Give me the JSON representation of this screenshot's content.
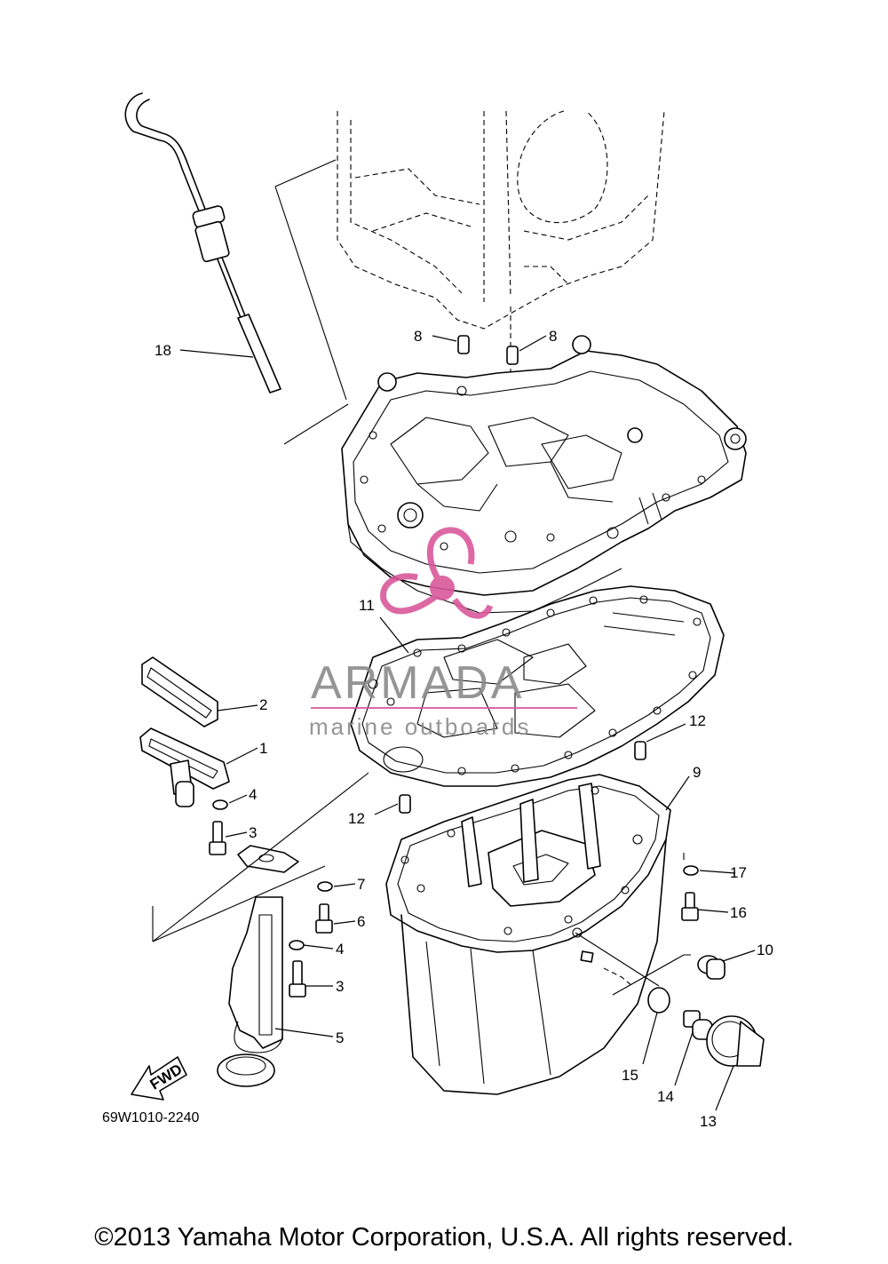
{
  "diagram": {
    "callouts": [
      "1",
      "2",
      "3",
      "3",
      "4",
      "4",
      "5",
      "6",
      "7",
      "8",
      "8",
      "9",
      "10",
      "11",
      "12",
      "12",
      "13",
      "14",
      "15",
      "16",
      "17",
      "18"
    ],
    "fwd_label": "FWD",
    "drawing_code": "69W1010-2240"
  },
  "watermark": {
    "brand": "ARMADA",
    "tagline": "marine outboards",
    "color": "#d9589b"
  },
  "footer": {
    "copyright": "©2013 Yamaha Motor Corporation, U.S.A. All rights reserved."
  }
}
